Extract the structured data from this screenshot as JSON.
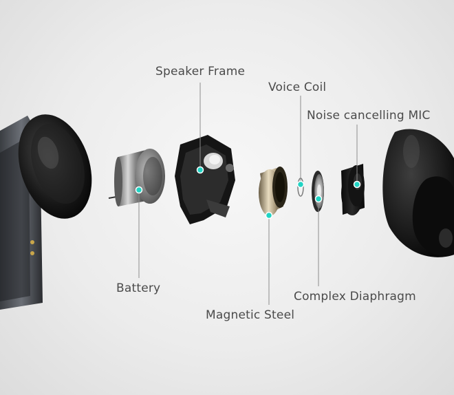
{
  "labels": {
    "speaker_frame": "Speaker Frame",
    "voice_coil": "Voice Coil",
    "noise_mic": "Noise cancelling MIC",
    "battery": "Battery",
    "magnetic_steel": "Magnetic Steel",
    "complex_diaphragm": "Complex Diaphragm"
  },
  "colors": {
    "marker": "#21d4c4",
    "leader": "#8c8c8c",
    "text": "#4a4a4a"
  }
}
